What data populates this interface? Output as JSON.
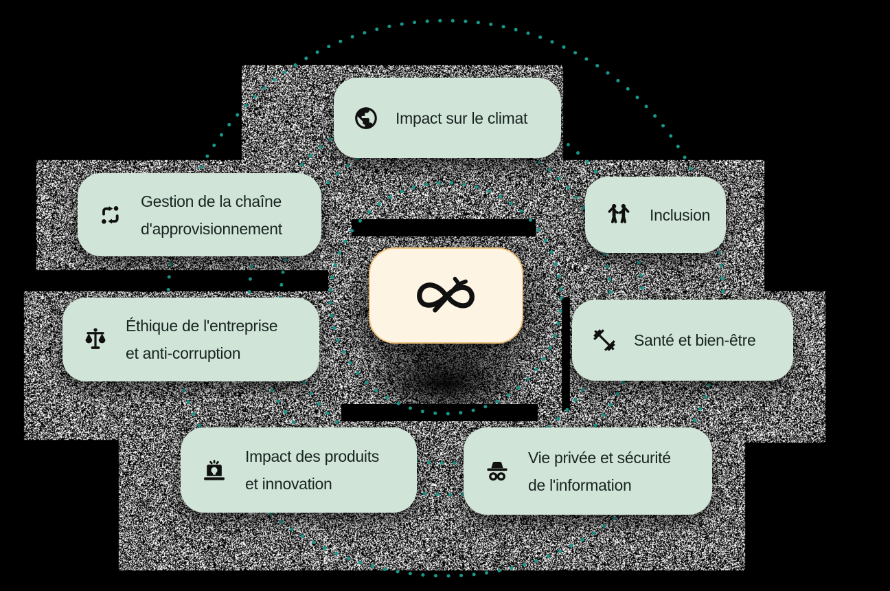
{
  "diagram": {
    "description": "ESG categories arranged around central brand logo",
    "center_logo": "infinity-slash-logo"
  },
  "cards": [
    {
      "id": "climat",
      "icon": "globe-icon",
      "line1": "Impact sur le climat",
      "line2": ""
    },
    {
      "id": "chaine",
      "icon": "supply-chain-cycle-icon",
      "line1": "Gestion de la chaîne",
      "line2": "d'approvisionnement"
    },
    {
      "id": "inclusion",
      "icon": "inclusion-people-icon",
      "line1": "Inclusion",
      "line2": ""
    },
    {
      "id": "ethique",
      "icon": "balance-scale-icon",
      "line1": "Éthique de l'entreprise",
      "line2": "et anti-corruption"
    },
    {
      "id": "sante",
      "icon": "dumbbell-icon",
      "line1": "Santé et bien-être",
      "line2": ""
    },
    {
      "id": "produits",
      "icon": "innovation-laptop-icon",
      "line1": "Impact des produits",
      "line2": "et innovation"
    },
    {
      "id": "privee",
      "icon": "incognito-icon",
      "line1": "Vie privée et sécurité",
      "line2": "de l'information"
    }
  ],
  "colors": {
    "background": "#000000",
    "card_bg": "#d0e4d8",
    "card_text": "#182420",
    "dot_teal": "#18988c",
    "center_bg": "#fdf4e3",
    "center_border": "#eec27c",
    "icon_black": "#101010"
  }
}
